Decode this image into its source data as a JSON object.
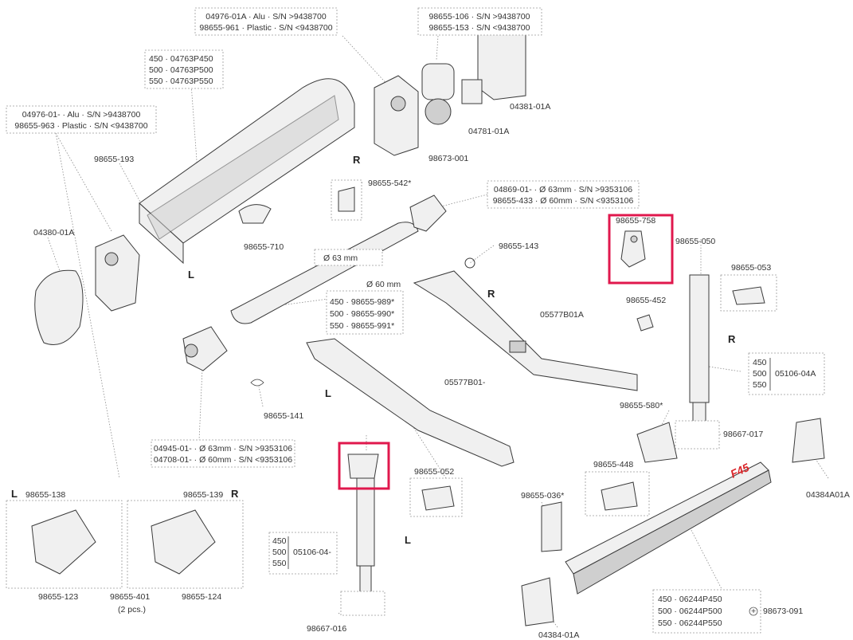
{
  "labels": {
    "top_housing_refs": [
      "04976-01A · Alu · S/N >9438700",
      "98655-961 · Plastic · S/N <9438700"
    ],
    "top_right_refs": [
      "98655-106 · S/N >9438700",
      "98655-153 · S/N <9438700"
    ],
    "case_refs": [
      "450 · 04763P450",
      "500 · 04763P500",
      "550 · 04763P550"
    ],
    "left_cap_refs": [
      "04976-01- · Alu · S/N >9438700",
      "98655-963 · Plastic · S/N <9438700"
    ],
    "p_04381": "04381-01A",
    "p_04781": "04781-01A",
    "p_98673_001": "98673-001",
    "p_98655_193": "98655-193",
    "p_98655_542": "98655-542*",
    "p_98655_710": "98655-710",
    "p_04380": "04380-01A",
    "roller_end_refs": [
      "04869-01- · Ø 63mm · S/N >9353106",
      "98655-433 · Ø 60mm · S/N <9353106"
    ],
    "p_98655_758": "98655-758",
    "p_98655_050": "98655-050",
    "p_98655_053": "98655-053",
    "p_98655_143": "98655-143",
    "p_98655_452": "98655-452",
    "d63": "Ø 63 mm",
    "d60": "Ø 60 mm",
    "tube_refs": [
      "450 · 98655-989*",
      "500 · 98655-990*",
      "550 · 98655-991*"
    ],
    "p_05577B01A": "05577B01A",
    "p_05577B01": "05577B01-",
    "leg_r_sizes": [
      "450",
      "500",
      "550"
    ],
    "leg_r_code": "05106-04A",
    "p_98655_141": "98655-141",
    "p_98655_580": "98655-580*",
    "p_98667_017": "98667-017",
    "spring_refs": [
      "04945-01- · Ø 63mm · S/N >9353106",
      "04708-01- · Ø 60mm · S/N <9353106"
    ],
    "p_04384A01A": "04384A01A",
    "p_98655_448": "98655-448",
    "p_98655_052": "98655-052",
    "p_98655_036": "98655-036*",
    "leg_l_sizes": [
      "450",
      "500",
      "550"
    ],
    "leg_l_code": "05106-04-",
    "p_98655_138": "98655-138",
    "p_98655_139": "98655-139",
    "p_98655_123": "98655-123",
    "p_98655_401": "98655-401",
    "pcs": "(2 pcs.)",
    "p_98655_124": "98655-124",
    "p_98667_016": "98667-016",
    "front_refs": [
      "450 · 06244P450",
      "500 · 06244P500",
      "550 · 06244P550"
    ],
    "p_98673_091": "98673-091",
    "p_04384": "04384-01A",
    "brand": "F45",
    "side": {
      "L": "L",
      "R": "R"
    }
  },
  "colors": {
    "highlight": "#e0184d",
    "line": "#3a3a3a",
    "brand_red": "#d9262a"
  }
}
